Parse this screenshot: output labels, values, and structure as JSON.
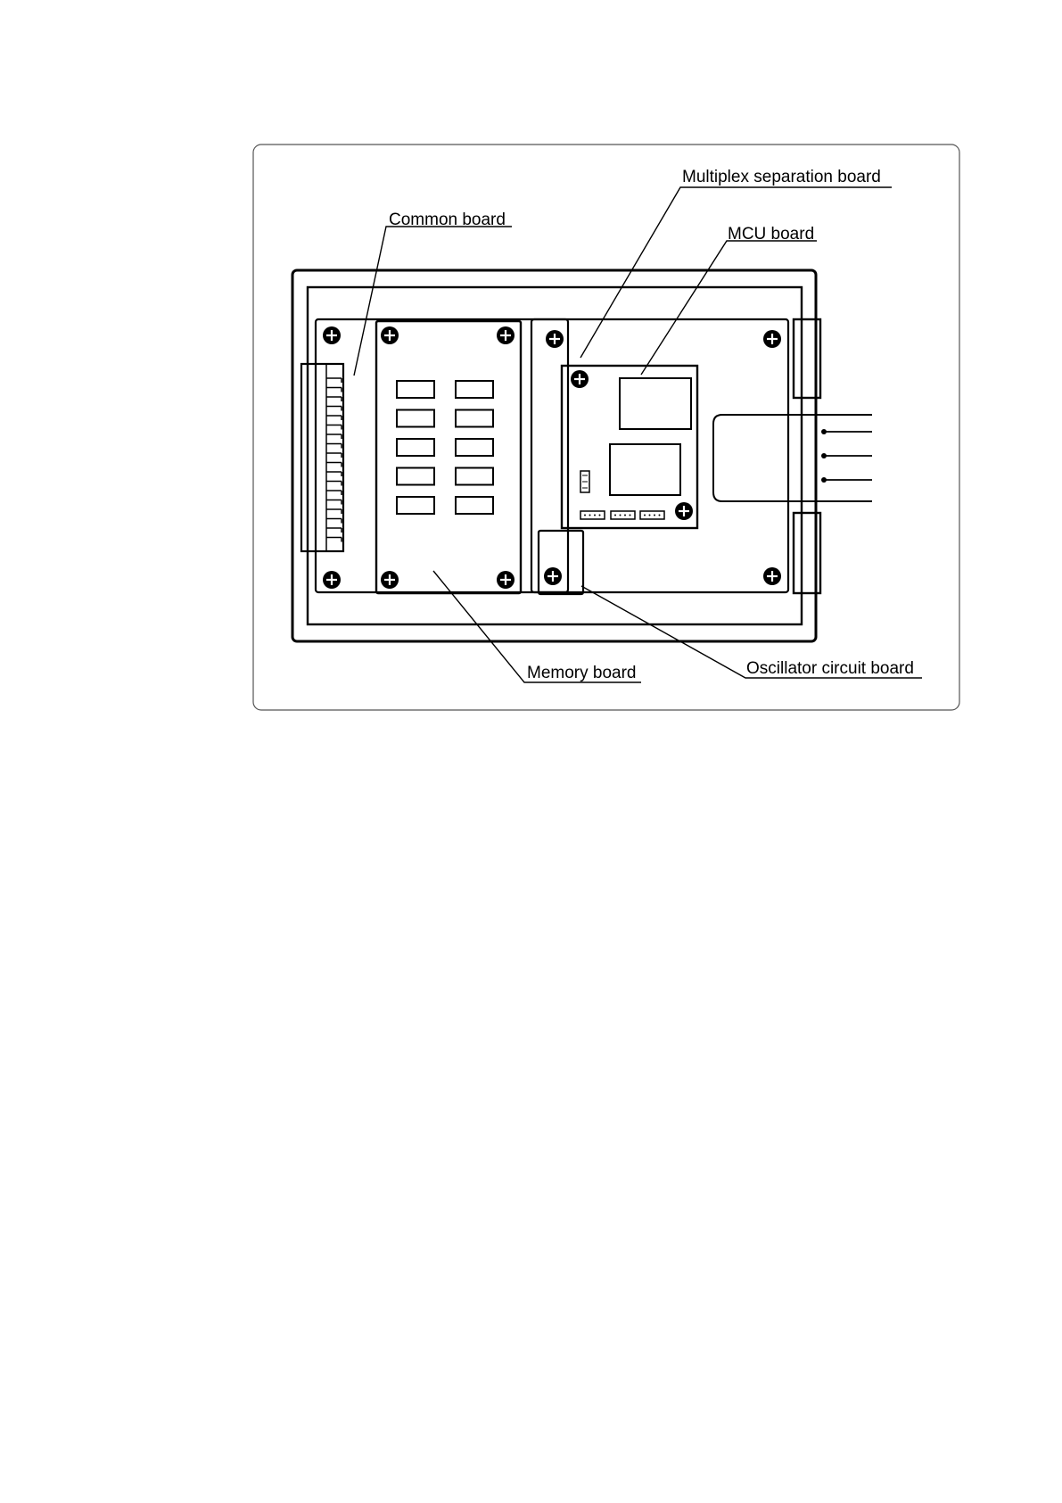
{
  "labels": {
    "common_board": "Common board",
    "multiplex_separation_board": "Multiplex separation board",
    "mcu_board": "MCU board",
    "memory_board": "Memory board",
    "oscillator_circuit_board": "Oscillator circuit board"
  },
  "colors": {
    "line": "#000000",
    "frame": "#555555",
    "background": "#ffffff"
  }
}
